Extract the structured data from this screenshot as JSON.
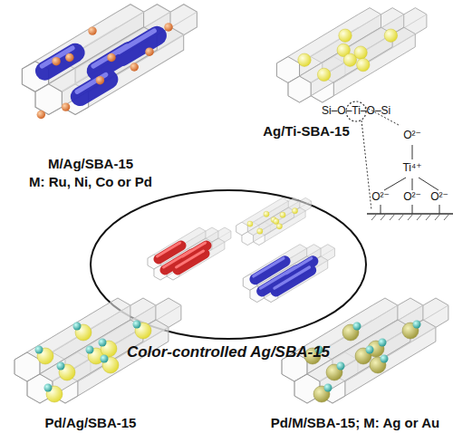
{
  "diagram": {
    "labels": [
      "M/Ag/SBA-15",
      "M: Ru, Ni, Co or Pd",
      "Ag/Ti-SBA-15",
      "Si–O–Ti–O–Si",
      "O²⁻",
      "Ti⁴⁺",
      "O²⁻",
      "O²⁻",
      "O²⁻",
      "Color-controlled Ag/SBA-15",
      "Pd/Ag/SBA-15",
      "Pd/M/SBA-15; M: Ag or Au"
    ]
  }
}
